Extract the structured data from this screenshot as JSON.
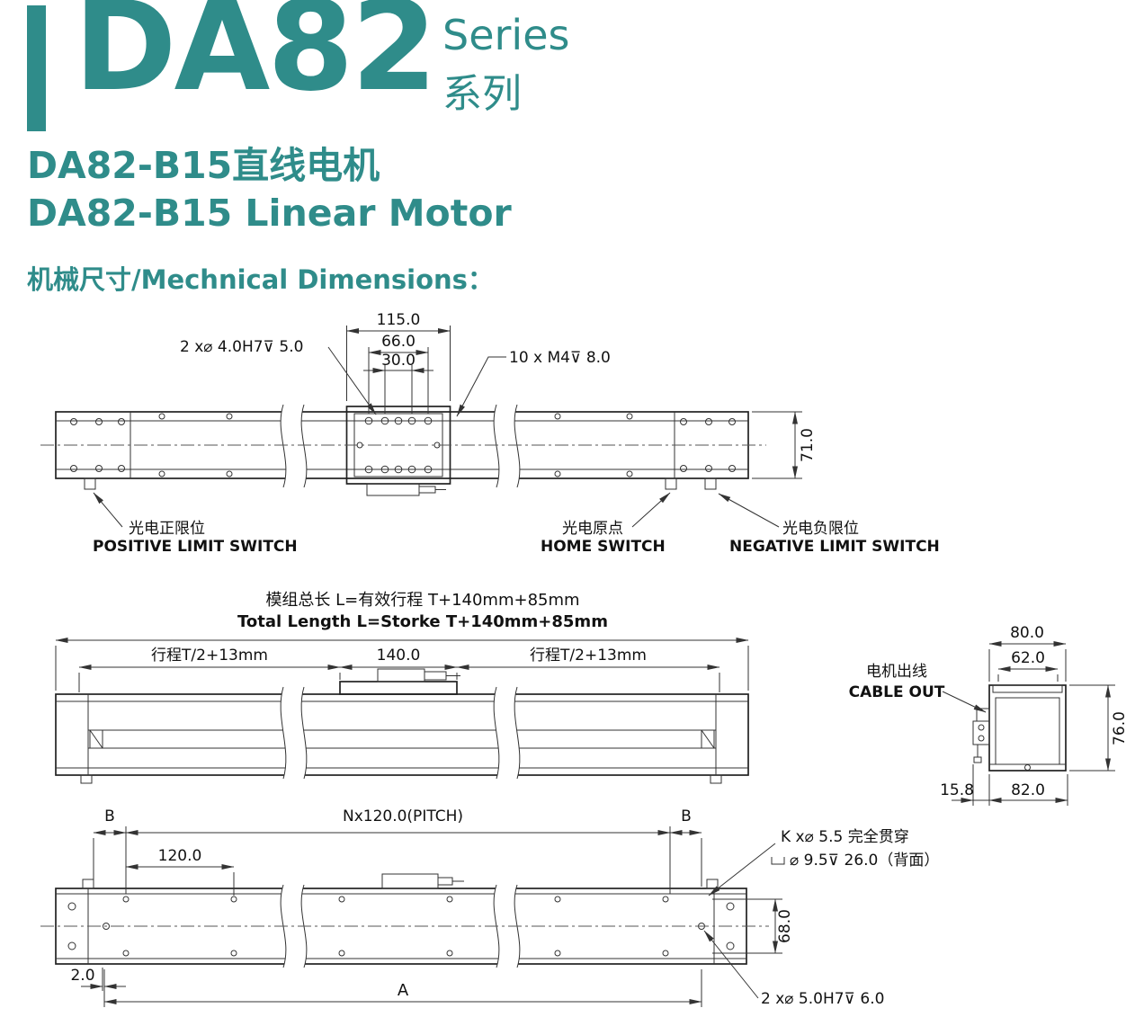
{
  "colors": {
    "teal": "#2f8c8a",
    "line": "#222222"
  },
  "header": {
    "series_code": "DA82",
    "series_en": "Series",
    "series_cn": "系列",
    "model_cn": "DA82-B15直线电机",
    "model_en": "DA82-B15 Linear Motor",
    "section_title": "机械尺寸/Mechnical Dimensions："
  },
  "top_view": {
    "dim_115": "115.0",
    "dim_66": "66.0",
    "dim_30": "30.0",
    "note_pin_holes": "2 x⌀ 4.0H7⊽ 5.0",
    "note_mount_holes": "10 x  M4⊽ 8.0",
    "dim_71": "71.0",
    "positive_limit_cn": "光电正限位",
    "positive_limit_en": "POSITIVE LIMIT SWITCH",
    "home_cn": "光电原点",
    "home_en": "HOME  SWITCH",
    "negative_limit_cn": "光电负限位",
    "negative_limit_en": "NEGATIVE LIMIT SWITCH"
  },
  "side_view": {
    "total_length_cn": "模组总长 L=有效行程 T+140mm+85mm",
    "total_length_en": "Total Length L=Storke T+140mm+85mm",
    "stroke_left": "行程T/2+13mm",
    "dim_140": "140.0",
    "stroke_right": "行程T/2+13mm"
  },
  "end_view": {
    "cable_out_cn": "电机出线",
    "cable_out_en": "CABLE OUT",
    "dim_80": "80.0",
    "dim_62": "62.0",
    "dim_76": "76.0",
    "dim_15_8": "15.8",
    "dim_82": "82.0"
  },
  "bottom_view": {
    "b_left": "B",
    "pitch_note": "Nx120.0(PITCH)",
    "b_right": "B",
    "dim_120": "120.0",
    "through_hole_note": "K x⌀ 5.5 完全贯穿",
    "counterbore_note": "⌀ 9.5⊽ 26.0（背面）",
    "dim_68": "68.0",
    "dim_2": "2.0",
    "dim_A": "A",
    "dowel_note": "2 x⌀ 5.0H7⊽ 6.0"
  }
}
